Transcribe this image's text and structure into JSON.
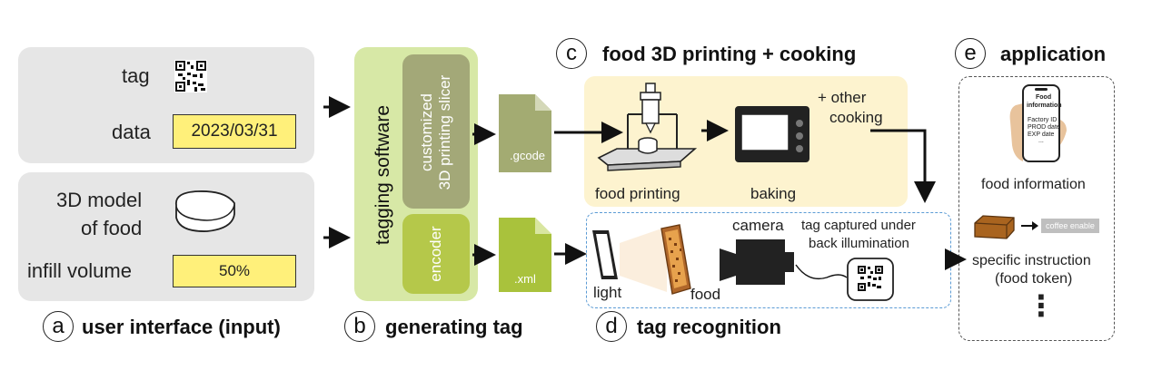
{
  "panel_a": {
    "tag_label": "tag",
    "data_label": "data",
    "date_value": "2023/03/31",
    "model_label_line1": "3D model",
    "model_label_line2": "of food",
    "infill_label": "infill volume",
    "infill_value": "50%",
    "badge": "a",
    "title": "user interface (input)"
  },
  "panel_b": {
    "software_label": "tagging software",
    "slicer_line1": "customized",
    "slicer_line2": "3D printing slicer",
    "encoder_label": "encoder",
    "badge": "b",
    "title": "generating tag"
  },
  "files": {
    "gcode": ".gcode",
    "xml": ".xml"
  },
  "panel_c": {
    "badge": "c",
    "title": "food 3D printing + cooking",
    "printing_label": "food printing",
    "baking_label": "baking",
    "other_line1": "+ other",
    "other_line2": "cooking"
  },
  "panel_d": {
    "badge": "d",
    "title": "tag recognition",
    "light_label": "light",
    "food_label": "food",
    "camera_label": "camera",
    "captured_line1": "tag captured under",
    "captured_line2": "back illumination"
  },
  "panel_e": {
    "badge": "e",
    "title": "application",
    "phone_title_line1": "Food",
    "phone_title_line2": "information",
    "phone_lines": [
      "Factory ID",
      "PROD date",
      "EXP date",
      "..."
    ],
    "food_info_label": "food information",
    "token_text": "coffee enable",
    "instruction_line1": "specific instruction",
    "instruction_line2": "(food token)",
    "more": "⋮"
  },
  "colors": {
    "grey_panel": "#e6e6e6",
    "green_outer": "#d7e8a6",
    "green_dark": "#a3a878",
    "green_encoder": "#b5c84a",
    "file_green": "#a3ab72",
    "yellow_field": "#fff07a",
    "cream_panel": "#fdf3cf",
    "dash_blue": "#5b9bd5"
  }
}
